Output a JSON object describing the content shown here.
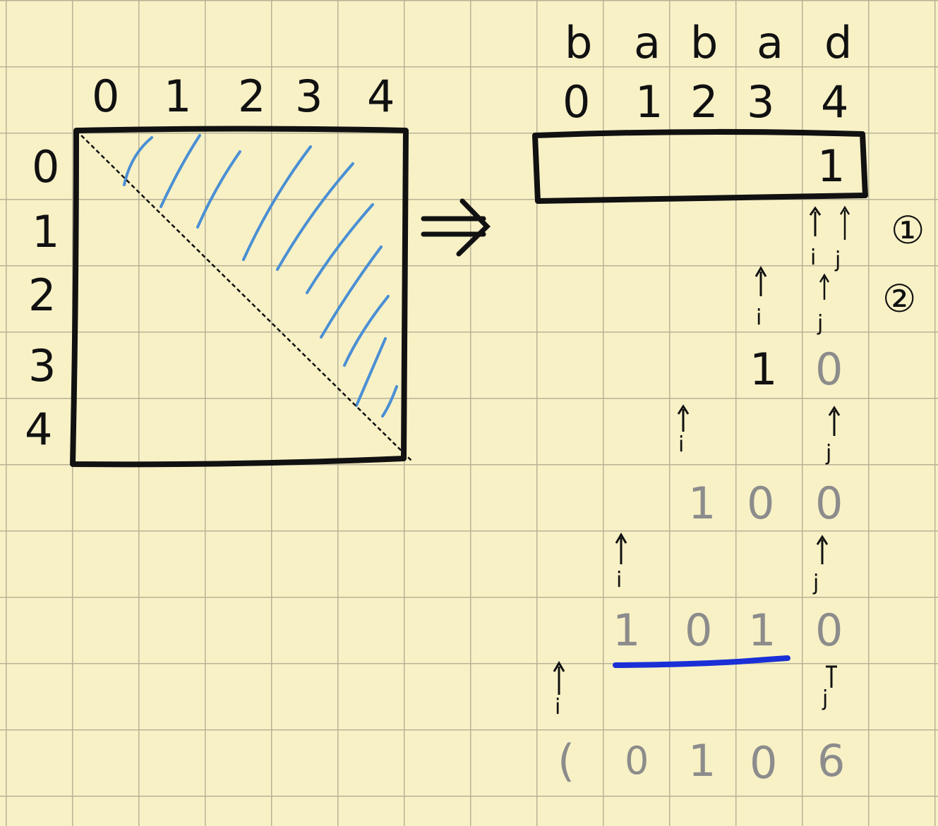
{
  "matrix": {
    "col_labels": [
      "0",
      "1",
      "2",
      "3",
      "4"
    ],
    "row_labels": [
      "0",
      "1",
      "2",
      "3",
      "4"
    ],
    "hatch_color": "#4a8fd4"
  },
  "arrow_symbol": "⇒",
  "string_table": {
    "chars": [
      "b",
      "a",
      "b",
      "a",
      "d"
    ],
    "indices": [
      "0",
      "1",
      "2",
      "3",
      "4"
    ],
    "cells": [
      "",
      "",
      "",
      "",
      "1"
    ]
  },
  "steps": [
    {
      "label": "①",
      "i_marker": "i",
      "j_marker": "j",
      "values": []
    },
    {
      "label": "②",
      "i_marker": "i",
      "j_marker": "j",
      "values": [
        "1",
        "0"
      ]
    },
    {
      "label": "",
      "i_marker": "i",
      "j_marker": "j",
      "values": [
        "1",
        "0",
        "0"
      ]
    },
    {
      "label": "",
      "i_marker": "i",
      "j_marker": "j",
      "values": [
        "1",
        "0",
        "1",
        "0"
      ]
    },
    {
      "label": "",
      "i_marker": "i",
      "j_marker": "j",
      "values": [
        "(",
        "0",
        "1",
        "0",
        "6"
      ]
    }
  ],
  "underline_color": "#1a2fd6",
  "ink_color": "#111111",
  "faded_color": "#8c8c8c"
}
